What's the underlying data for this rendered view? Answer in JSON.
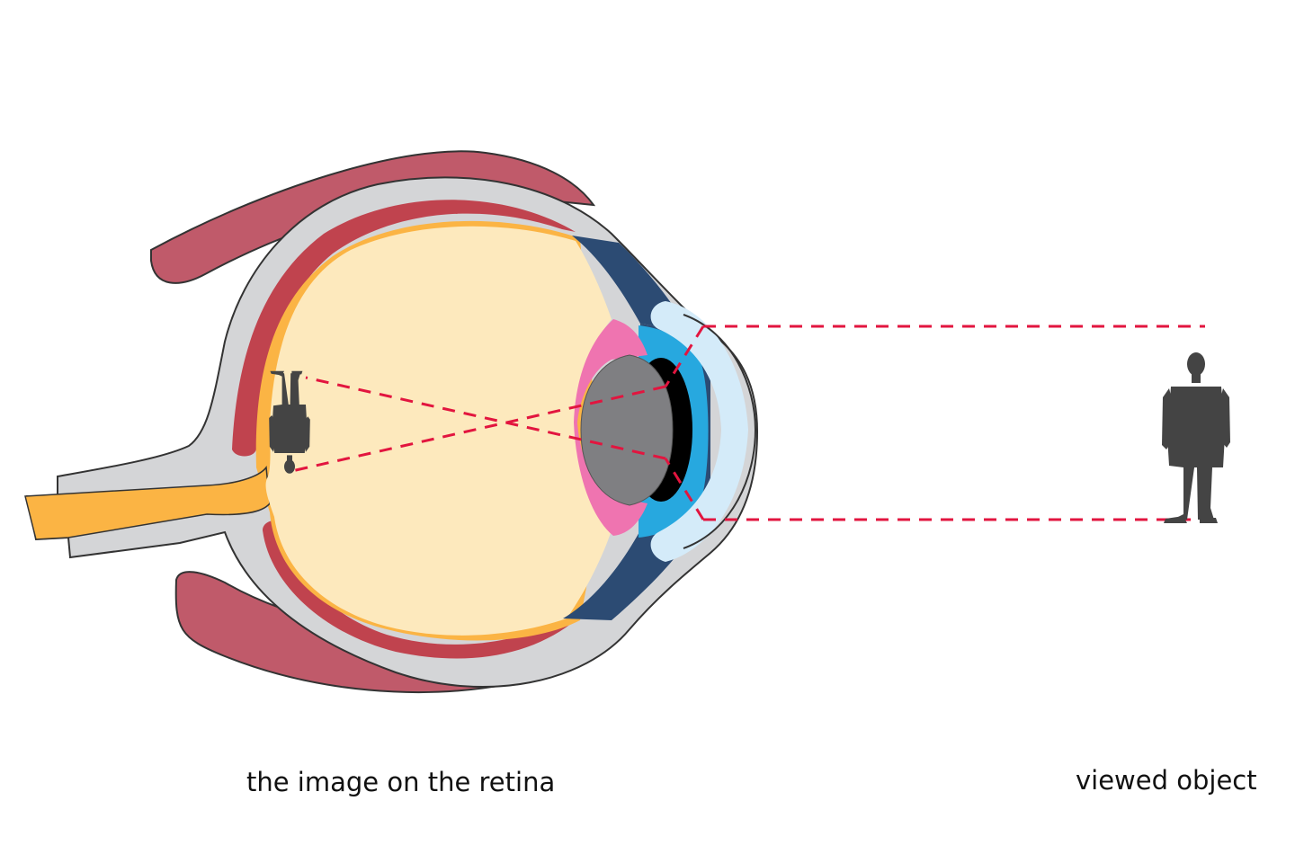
{
  "labels": {
    "retina_image": "the image on the retina",
    "viewed_object": "viewed object"
  },
  "colors": {
    "background": "#ffffff",
    "muscle": "#c05a6a",
    "sclera": "#d4d5d7",
    "outline": "#333333",
    "choroid": "#c0434e",
    "retina": "#fbb444",
    "vitreous": "#fde9bd",
    "optic_nerve": "#fbb444",
    "ciliary_body": "#2c4b73",
    "iris": "#ef74b0",
    "lens": "#7f7f82",
    "pupil": "#000000",
    "aqueous_humor": "#27a8df",
    "cornea": "#d4ebf9",
    "light_rays": "#e2153f",
    "person_silhouette": "#444444"
  },
  "icons": {
    "viewed_person": "standing-person-silhouette",
    "retina_person": "inverted-person-silhouette"
  }
}
